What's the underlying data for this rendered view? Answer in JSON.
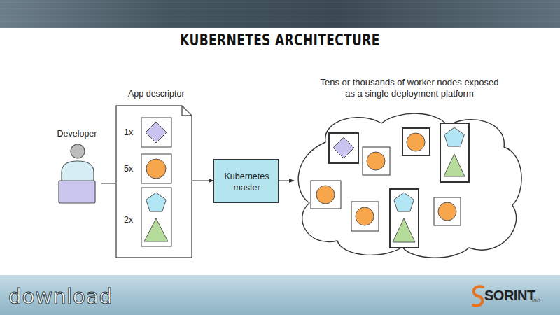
{
  "diagram": {
    "title": "KUBERNETES ARCHITECTURE",
    "nodes": [
      {
        "text": [
          "Developer"
        ]
      },
      {
        "text": [
          "App descriptor",
          "1x",
          "5x",
          "2x"
        ]
      },
      {
        "text": [
          "Kubernetes master"
        ]
      },
      {
        "text": [
          "Tens or thousands of worker nodes exposed as a single deployment platform"
        ]
      }
    ],
    "edges": [
      {
        "from": 0,
        "to": 1,
        "arrow": "none"
      },
      {
        "from": 1,
        "to": 2,
        "arrow": "to"
      },
      {
        "from": 2,
        "to": 3,
        "arrow": "to"
      }
    ],
    "labels": [
      "download",
      "SORINT",
      "lab"
    ]
  }
}
